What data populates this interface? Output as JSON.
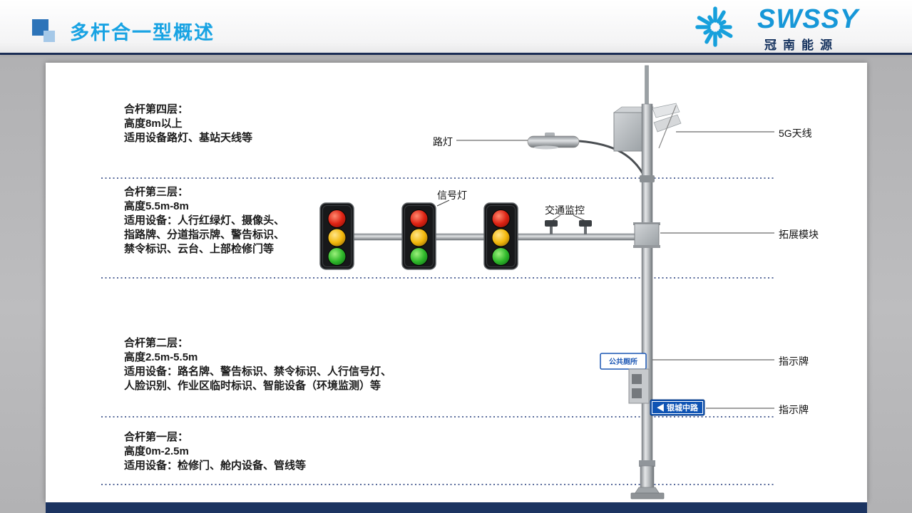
{
  "header": {
    "title": "多杆合一型概述",
    "brand": "SWSSY",
    "brand_cn": "冠南能源"
  },
  "layers": [
    {
      "title": "合杆第四层：",
      "lines": [
        "高度8m以上",
        "适用设备路灯、基站天线等"
      ]
    },
    {
      "title": "合杆第三层：",
      "lines": [
        "高度5.5m-8m",
        "适用设备：人行红绿灯、摄像头、",
        "指路牌、分道指示牌、警告标识、",
        "禁令标识、云台、上部检修门等"
      ]
    },
    {
      "title": "合杆第二层：",
      "lines": [
        "高度2.5m-5.5m",
        "适用设备：路名牌、警告标识、禁令标识、人行信号灯、",
        "人脸识别、作业区临时标识、智能设备（环境监测）等"
      ]
    },
    {
      "title": "合杆第一层：",
      "lines": [
        "高度0m-2.5m",
        "适用设备：检修门、舱内设备、管线等"
      ]
    }
  ],
  "diagram": {
    "lamp": "路灯",
    "signal": "信号灯",
    "monitor": "交通监控",
    "antenna": "5G天线",
    "module": "拓展模块",
    "sign1": "指示牌",
    "sign2": "指示牌",
    "plate1": "公共厕所",
    "plate2": "◀ 银城中路"
  },
  "colors": {
    "accent_blue": "#18a3e3",
    "brand_blue": "#1697d8",
    "navy": "#1c3461",
    "dotted_line": "#223a7a",
    "signal_red": "#dd2213",
    "signal_yellow": "#f2b70a",
    "signal_green": "#2fb82a",
    "road_sign_blue": "#0f54b4"
  }
}
